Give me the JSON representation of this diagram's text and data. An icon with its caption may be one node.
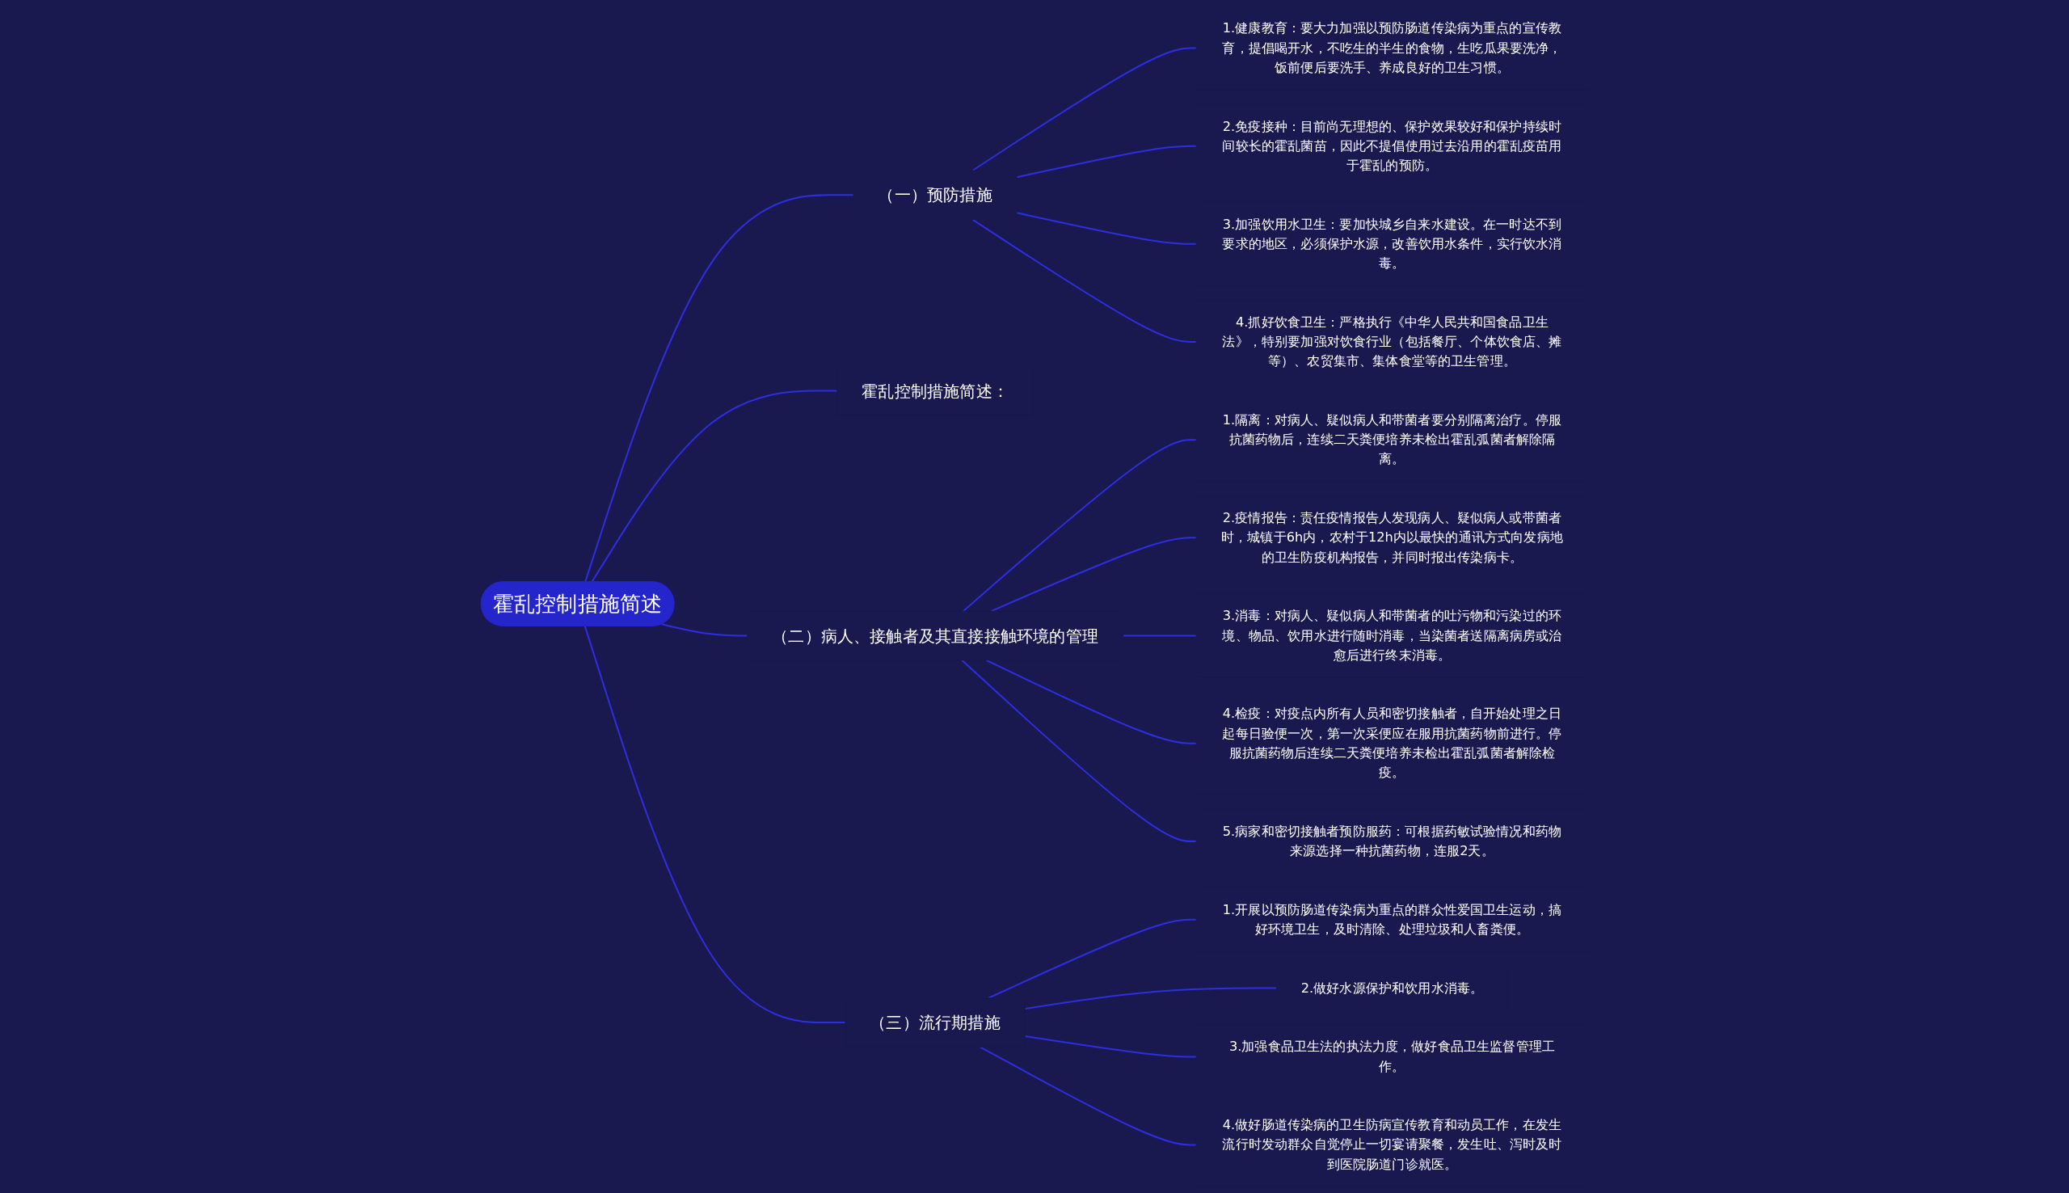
{
  "diagram": {
    "nodes": [
      {
        "text": [
          "霍乱控制措施简述"
        ]
      },
      {
        "text": [
          "（一）预防措施"
        ]
      },
      {
        "text": [
          "1.健康教育：要大力加强以预防肠道传染病为重点的宣传教育，提倡喝开水，不吃生的半生的食物，生吃瓜果要洗净，饭前便后要洗手、养成良好的卫生习惯。"
        ]
      },
      {
        "text": [
          "2.免疫接种：目前尚无理想的、保护效果较好和保护持续时间较长的霍乱菌苗，因此不提倡使用过去沿用的霍乱疫苗用于霍乱的预防。"
        ]
      },
      {
        "text": [
          "3.加强饮用水卫生：要加快城乡自来水建设。在一时达不到要求的地区，必须保护水源，改善饮用水条件，实行饮水消毒。"
        ]
      },
      {
        "text": [
          "4.抓好饮食卫生：严格执行《中华人民共和国食品卫生法》，特别要加强对饮食行业（包括餐厅、个体饮食店、摊等）、农贸集市、集体食堂等的卫生管理。"
        ]
      },
      {
        "text": [
          "霍乱控制措施简述："
        ]
      },
      {
        "text": [
          "（二）病人、接触者及其直接接触环境的管理"
        ]
      },
      {
        "text": [
          "1.隔离：对病人、疑似病人和带菌者要分别隔离治疗。停服抗菌药物后，连续二天粪便培养未检出霍乱弧菌者解除隔离。"
        ]
      },
      {
        "text": [
          "2.疫情报告：责任疫情报告人发现病人、疑似病人或带菌者时，城镇于6h内，农村于12h内以最快的通讯方式向发病地的卫生防疫机构报告，并同时报出传染病卡。"
        ]
      },
      {
        "text": [
          "3.消毒：对病人、疑似病人和带菌者的吐污物和污染过的环境、物品、饮用水进行随时消毒，当染菌者送隔离病房或治愈后进行终末消毒。"
        ]
      },
      {
        "text": [
          "4.检疫：对疫点内所有人员和密切接触者，自开始处理之日起每日验便一次，第一次采便应在服用抗菌药物前进行。停服抗菌药物后连续二天粪便培养未检出霍乱弧菌者解除检疫。"
        ]
      },
      {
        "text": [
          "5.病家和密切接触者预防服药：可根据药敏试验情况和药物来源选择一种抗菌药物，连服2天。"
        ]
      },
      {
        "text": [
          "（三）流行期措施"
        ]
      },
      {
        "text": [
          "1.开展以预防肠道传染病为重点的群众性爱国卫生运动，搞好环境卫生，及时清除、处理垃圾和人畜粪便。"
        ]
      },
      {
        "text": [
          "2.做好水源保护和饮用水消毒。"
        ]
      },
      {
        "text": [
          "3.加强食品卫生法的执法力度，做好食品卫生监督管理工作。"
        ]
      },
      {
        "text": [
          "4.做好肠道传染病的卫生防病宣传教育和动员工作，在发生流行时发动群众自觉停止一切宴请聚餐，发生吐、泻时及时到医院肠道门诊就医。"
        ]
      }
    ],
    "edges": [
      {
        "from": 0,
        "to": 1,
        "arrow": "none"
      },
      {
        "from": 1,
        "to": 2,
        "arrow": "none"
      },
      {
        "from": 1,
        "to": 3,
        "arrow": "none"
      },
      {
        "from": 1,
        "to": 4,
        "arrow": "none"
      },
      {
        "from": 1,
        "to": 5,
        "arrow": "none"
      },
      {
        "from": 0,
        "to": 6,
        "arrow": "none"
      },
      {
        "from": 0,
        "to": 7,
        "arrow": "none"
      },
      {
        "from": 7,
        "to": 8,
        "arrow": "none"
      },
      {
        "from": 7,
        "to": 9,
        "arrow": "none"
      },
      {
        "from": 7,
        "to": 10,
        "arrow": "none"
      },
      {
        "from": 7,
        "to": 11,
        "arrow": "none"
      },
      {
        "from": 7,
        "to": 12,
        "arrow": "none"
      },
      {
        "from": 0,
        "to": 13,
        "arrow": "none"
      },
      {
        "from": 13,
        "to": 14,
        "arrow": "none"
      },
      {
        "from": 13,
        "to": 15,
        "arrow": "none"
      },
      {
        "from": 13,
        "to": 16,
        "arrow": "none"
      },
      {
        "from": 13,
        "to": 17,
        "arrow": "none"
      }
    ]
  }
}
